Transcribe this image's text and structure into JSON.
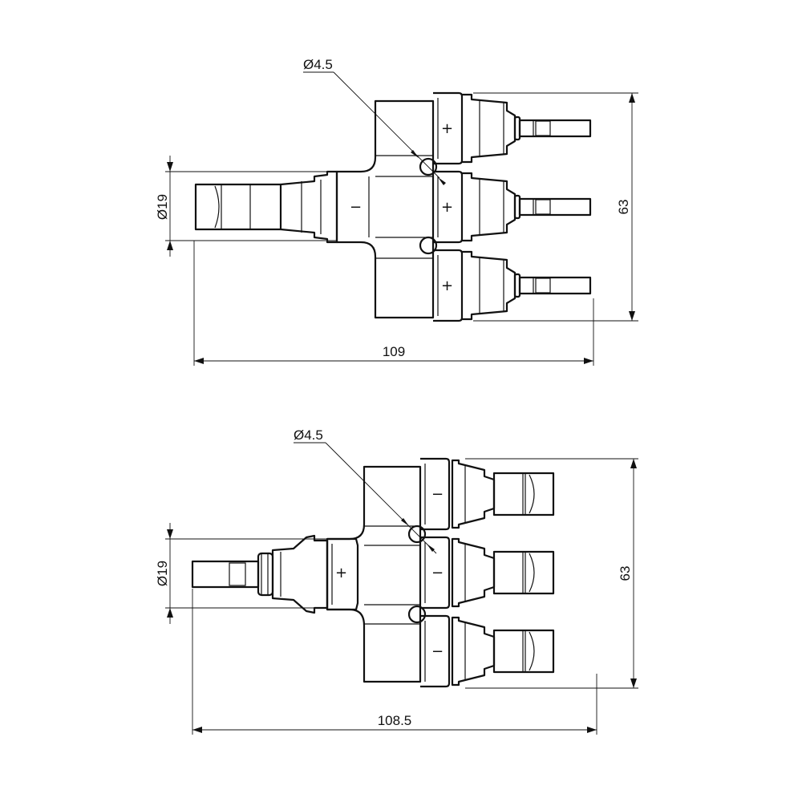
{
  "views": [
    {
      "hole_label": "Ø4.5",
      "diameter_label": "Ø19",
      "height_label": "63",
      "length_label": "109",
      "input_symbol": "−",
      "output_symbol": "+"
    },
    {
      "hole_label": "Ø4.5",
      "diameter_label": "Ø19",
      "height_label": "63",
      "length_label": "108.5",
      "input_symbol": "+",
      "output_symbol": "−"
    }
  ]
}
